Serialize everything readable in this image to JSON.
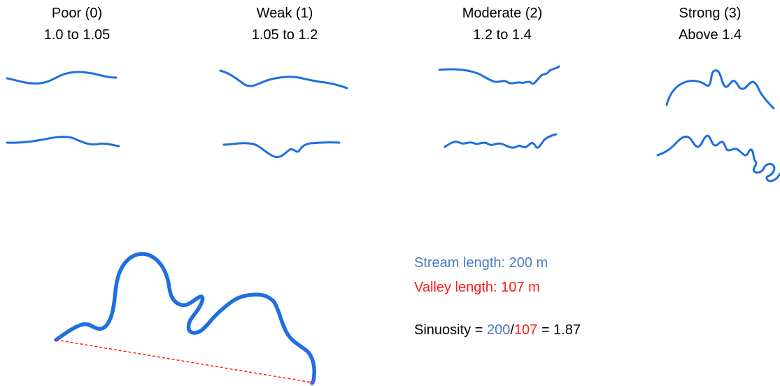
{
  "categories": [
    {
      "name": "Poor (0)",
      "range": "1.0 to 1.05"
    },
    {
      "name": "Weak (1)",
      "range": "1.05 to 1.2"
    },
    {
      "name": "Moderate (2)",
      "range": "1.2 to 1.4"
    },
    {
      "name": "Strong (3)",
      "range": "Above 1.4"
    }
  ],
  "example": {
    "stream_length_text": "Stream length: 200 m",
    "valley_length_text": "Valley length: 107 m",
    "sinuosity_prefix": "Sinuosity = ",
    "stream_value": "200",
    "divider": "/",
    "valley_value": "107",
    "result": " = 1.87"
  },
  "colors": {
    "stream": "#1f6fe0",
    "valley_line": "#ff1a1a",
    "stream_text": "#4a78c6",
    "valley_text": "#ff1a1a"
  }
}
